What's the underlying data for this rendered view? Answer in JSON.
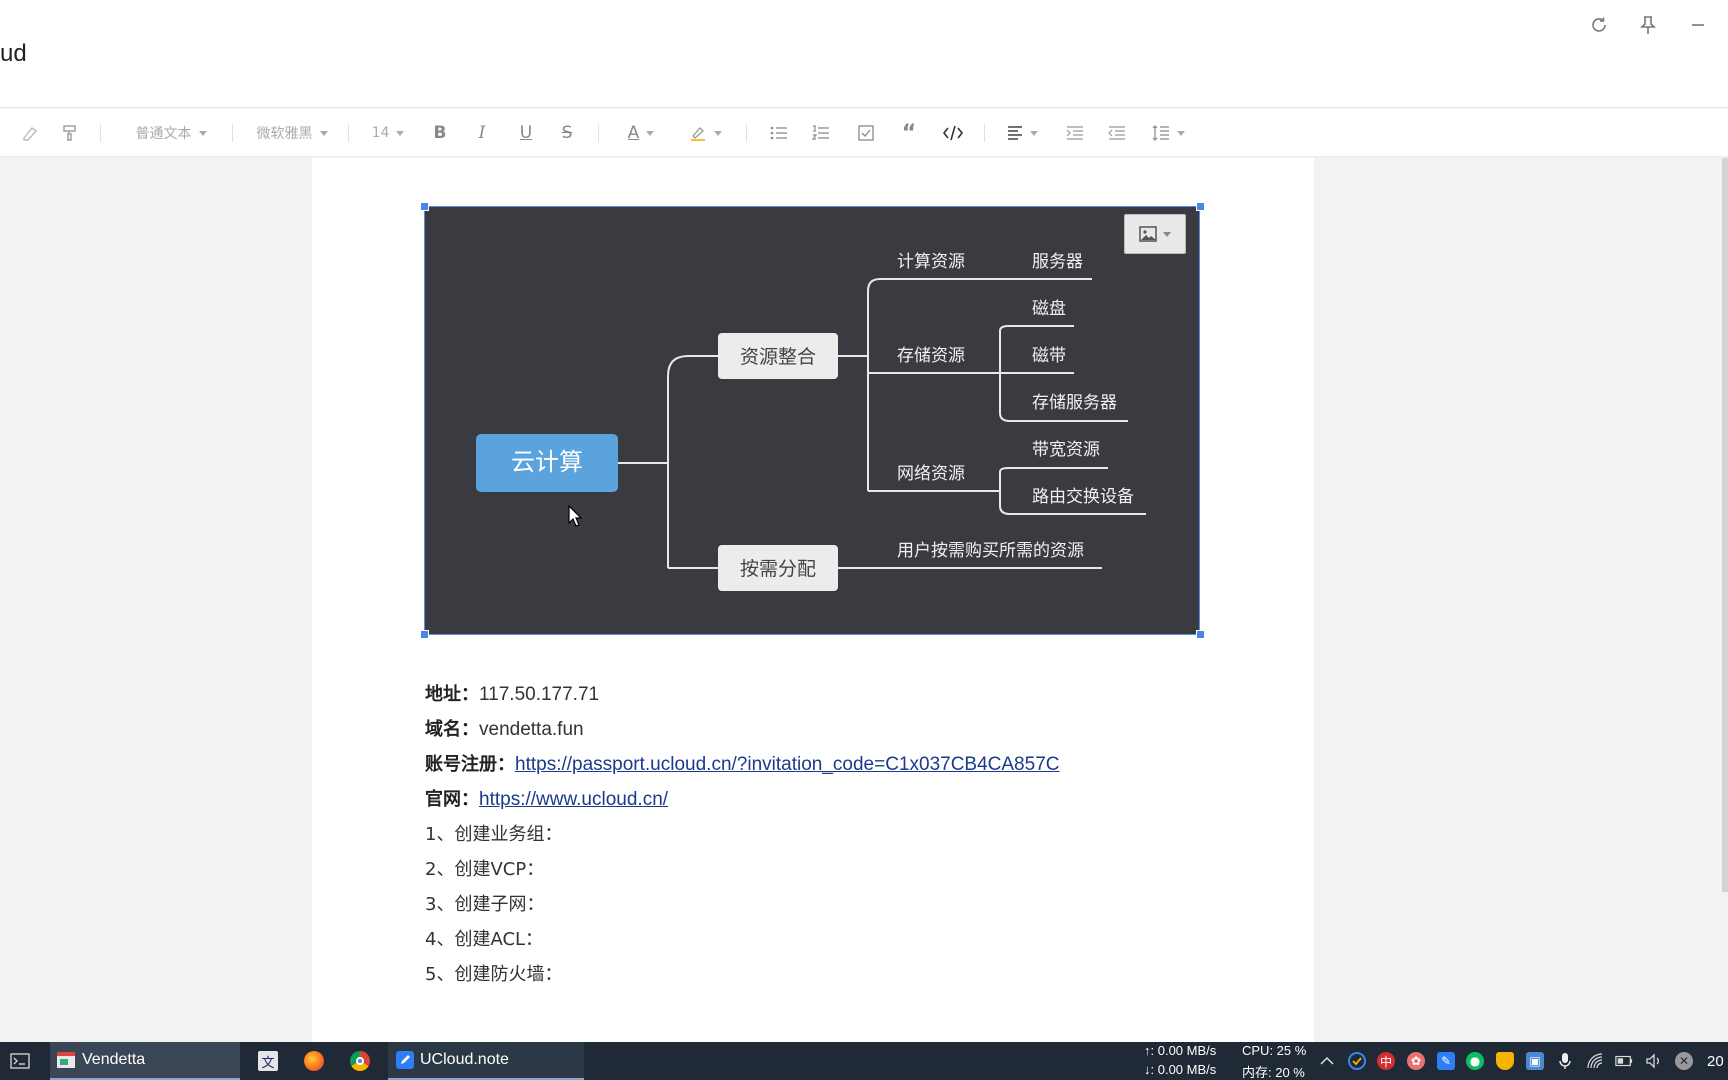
{
  "window": {
    "title": "ud",
    "controls": {
      "refresh": "refresh-icon",
      "pin": "pin-icon",
      "minimize": "minimize-icon"
    }
  },
  "toolbar": {
    "paragraph_style": "普通文本",
    "font_family": "微软雅黑",
    "font_size": "14"
  },
  "mindmap": {
    "root": "云计算",
    "branches": [
      "资源整合",
      "按需分配"
    ],
    "compute": "计算资源",
    "server": "服务器",
    "storage": "存储资源",
    "disk": "磁盘",
    "tape": "磁带",
    "storage_server": "存储服务器",
    "network": "网络资源",
    "bandwidth": "带宽资源",
    "router": "路由交换设备",
    "on_demand": "用户按需购买所需的资源"
  },
  "content": {
    "address_label": "地址：",
    "address_value": "117.50.177.71",
    "domain_label": "域名：",
    "domain_value": "vendetta.fun",
    "signup_label": "账号注册：",
    "signup_link": "https://passport.ucloud.cn/?invitation_code=C1x037CB4CA857C",
    "site_label": "官网：",
    "site_link": "https://www.ucloud.cn/",
    "steps": [
      "1、创建业务组：",
      "2、创建VCP：",
      "3、创建子网：",
      "4、创建ACL：",
      "5、创建防火墙："
    ]
  },
  "taskbar": {
    "app1": "Vendetta",
    "app2": "UCloud.note",
    "upload": "↑: 0.00 MB/s",
    "download": "↓: 0.00 MB/s",
    "cpu": "CPU: 25 %",
    "mem": "内存: 20 %",
    "clock": "20"
  }
}
